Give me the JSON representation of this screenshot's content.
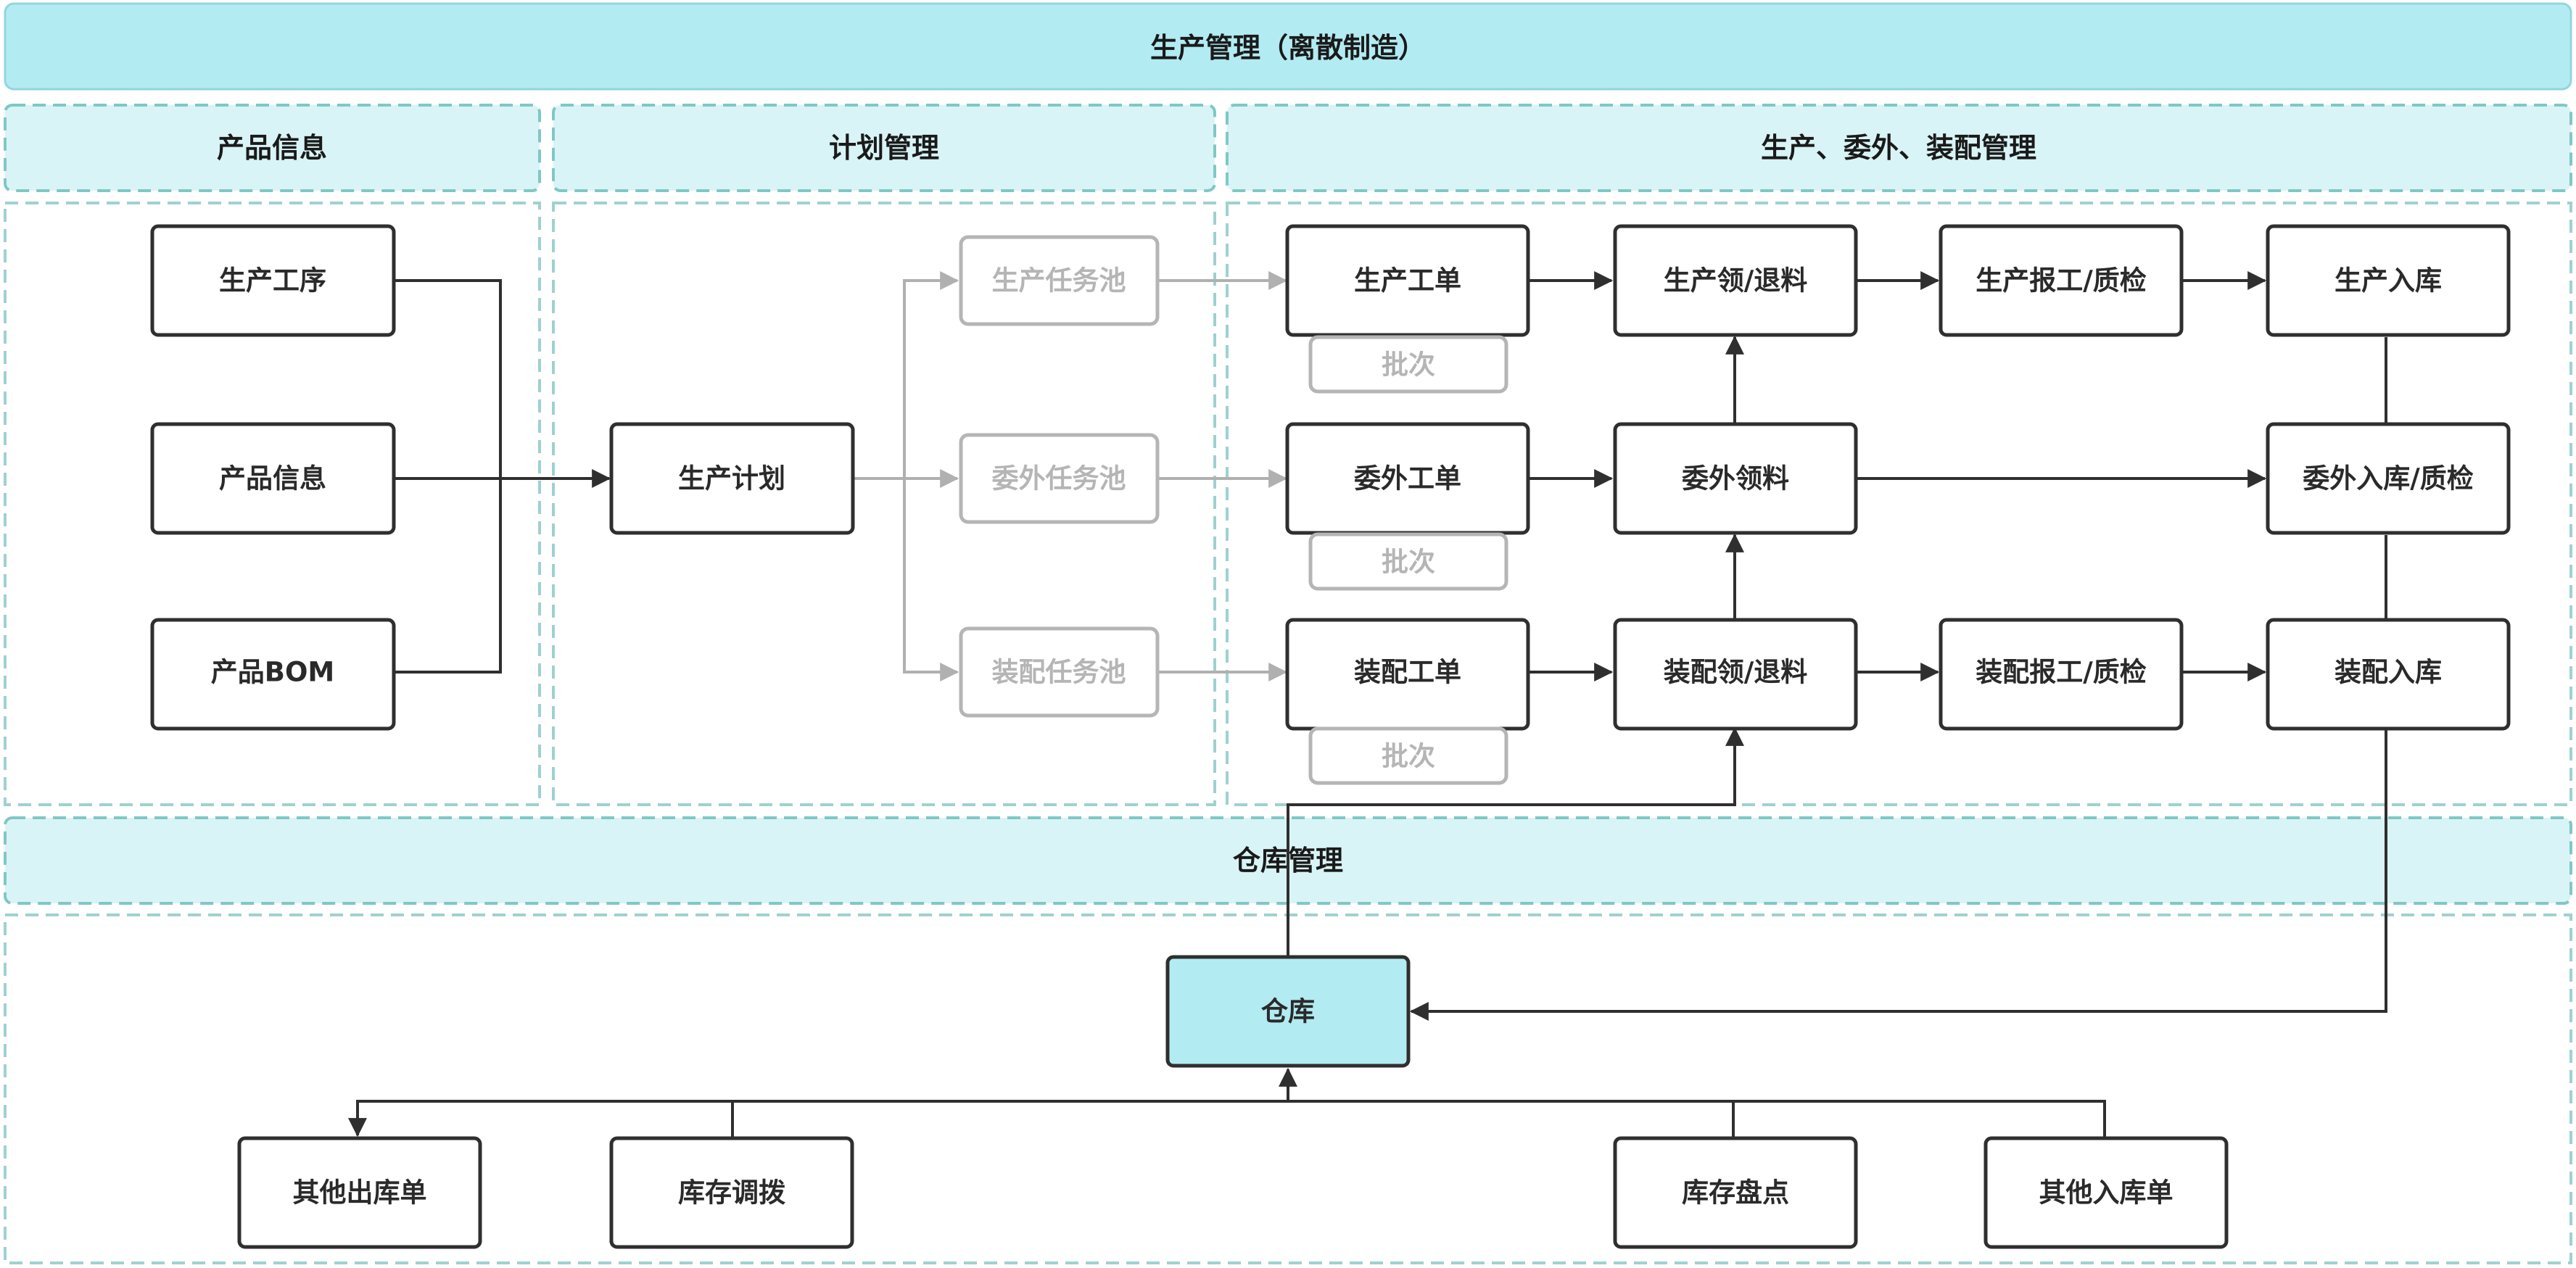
{
  "title": "生产管理（离散制造）",
  "sections": {
    "product_info": "产品信息",
    "plan": "计划管理",
    "production": "生产、委外、装配管理",
    "warehouse": "仓库管理"
  },
  "nodes": {
    "process": "生产工序",
    "product_info": "产品信息",
    "product_bom": "产品BOM",
    "prod_plan": "生产计划",
    "pool_prod": "生产任务池",
    "pool_out": "委外任务池",
    "pool_asm": "装配任务池",
    "wo_prod": "生产工单",
    "wo_out": "委外工单",
    "wo_asm": "装配工单",
    "batch": "批次",
    "pick_prod": "生产领/退料",
    "pick_out": "委外领料",
    "pick_asm": "装配领/退料",
    "report_prod": "生产报工/质检",
    "report_asm": "装配报工/质检",
    "in_prod": "生产入库",
    "in_out": "委外入库/质检",
    "in_asm": "装配入库",
    "warehouse": "仓库",
    "other_out": "其他出库单",
    "transfer": "库存调拨",
    "stocktake": "库存盘点",
    "other_in": "其他入库单"
  },
  "colors": {
    "header_fill": "#b3ebf2",
    "section_fill": "#d9f4f6",
    "dashed_border": "#9ed1cf",
    "node_border": "#2f2f2f",
    "inactive": "#b5b5b5",
    "warehouse_fill": "#b3ebf2"
  }
}
